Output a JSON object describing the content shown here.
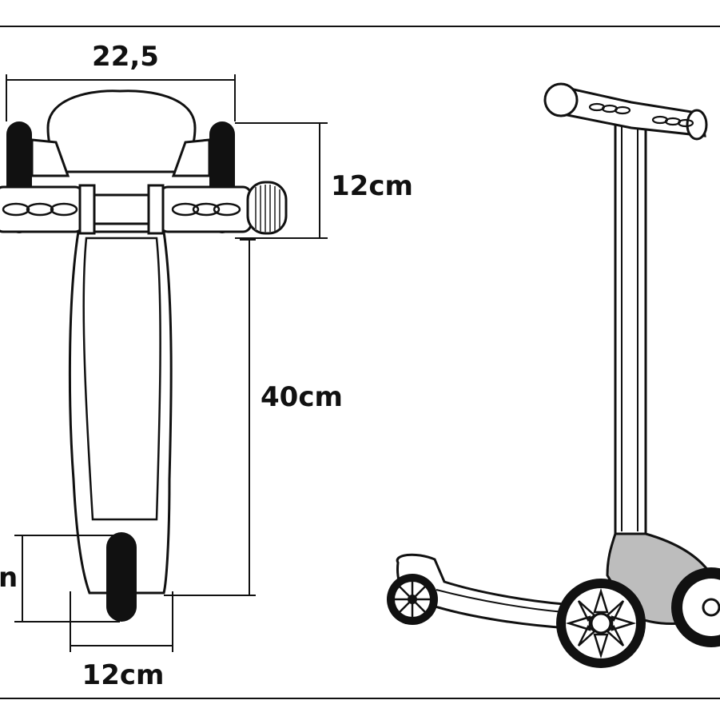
{
  "diagram": {
    "dimensions": {
      "handlebar_width": "22,5",
      "handle_height": "12cm",
      "deck_length": "40cm",
      "wheel_height": "n",
      "deck_width": "12cm"
    },
    "colors": {
      "background": "#ffffff",
      "line": "#111111",
      "deck": "#ffffff",
      "wheel": "#111111",
      "base_fill": "#bdbdbd",
      "grip_hatch": "#555555"
    }
  }
}
